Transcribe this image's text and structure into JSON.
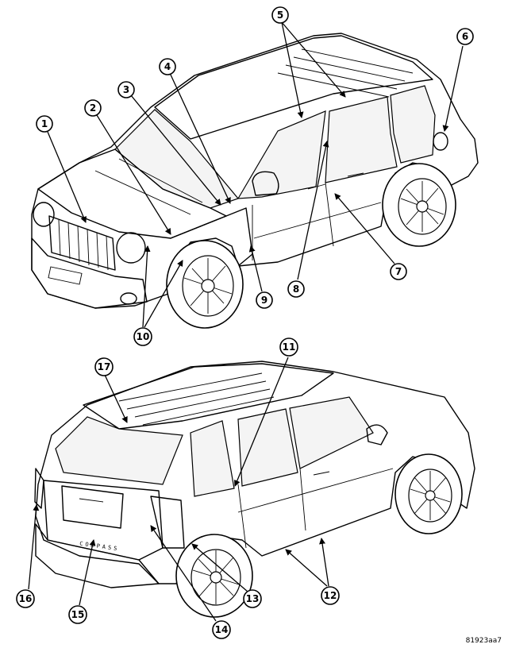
{
  "diagram": {
    "callouts_top": [
      "1",
      "2",
      "3",
      "4",
      "5",
      "6",
      "7",
      "8",
      "9",
      "10"
    ],
    "callouts_bottom": [
      "11",
      "12",
      "13",
      "14",
      "15",
      "16",
      "17"
    ],
    "badge_text": "COMPASS",
    "figure_code": "81923aa7"
  }
}
